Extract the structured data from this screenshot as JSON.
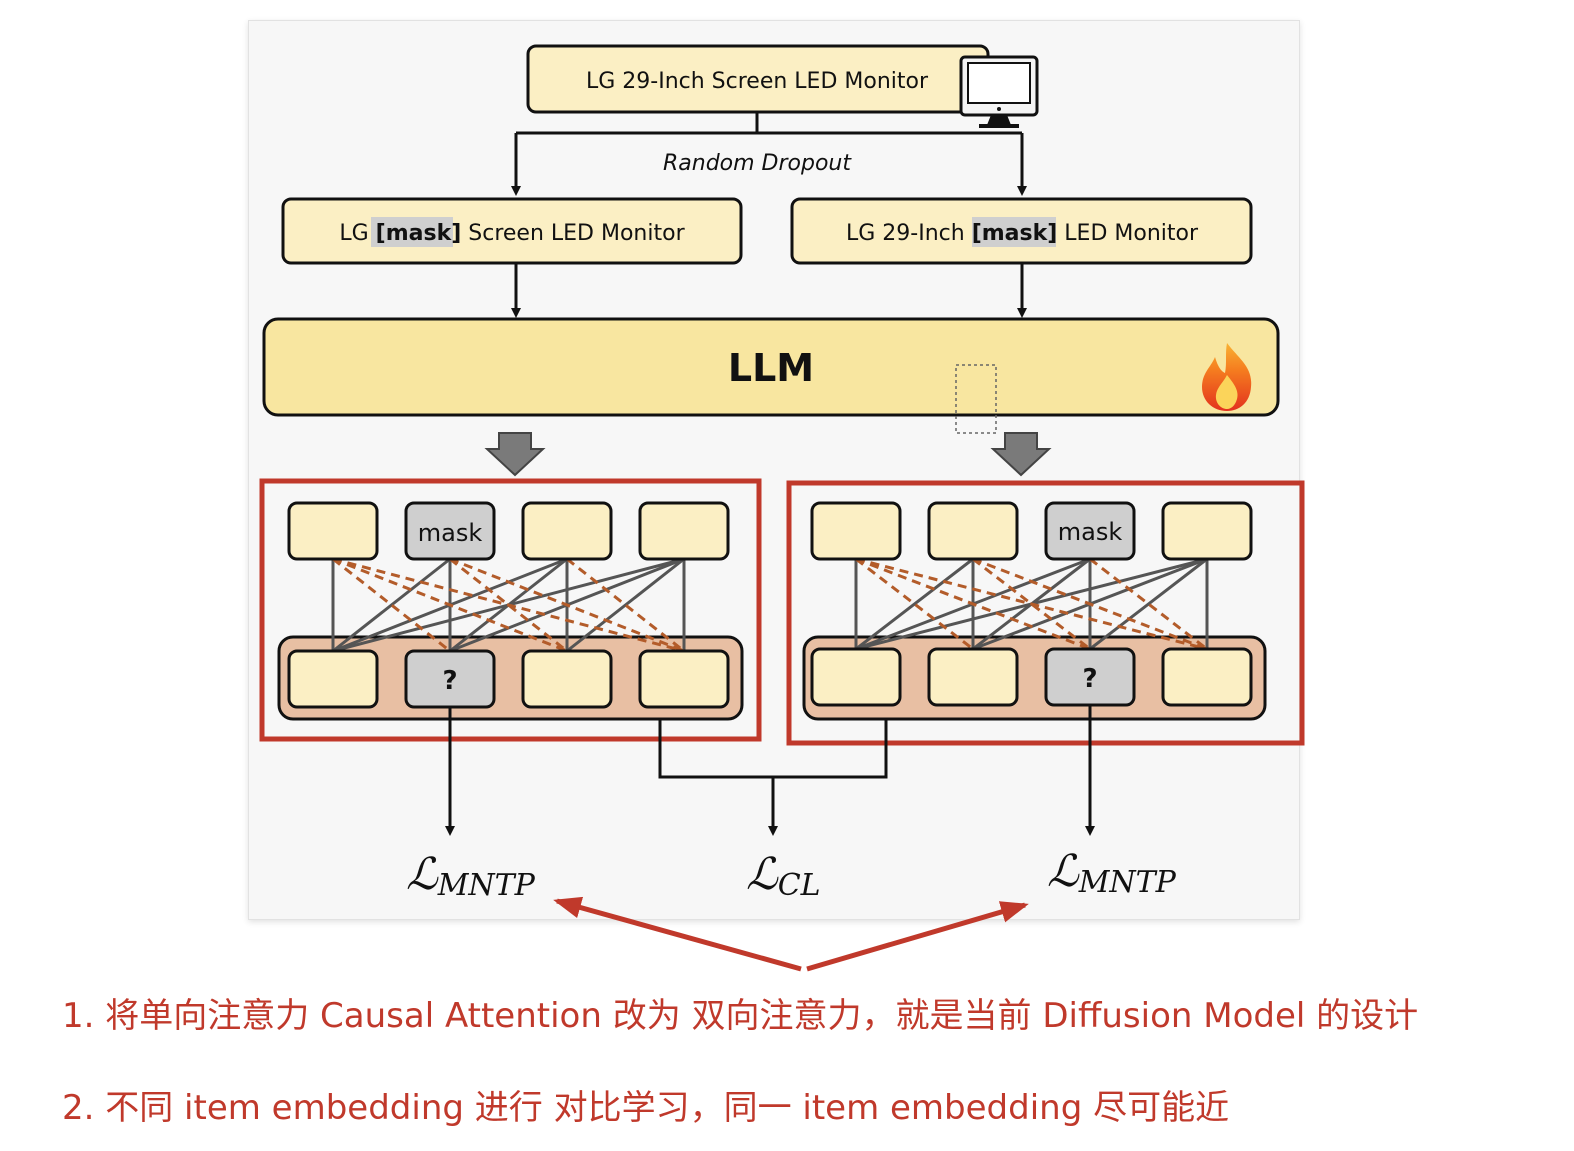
{
  "top_input": "LG 29-Inch Screen LED Monitor",
  "dropout_label": "Random Dropout",
  "left_masked": {
    "before": "LG ",
    "mask": "[mask]",
    "after": " Screen LED Monitor"
  },
  "right_masked": {
    "before": "LG 29-Inch ",
    "mask": "[mask]",
    "after": " LED Monitor"
  },
  "llm_label": "LLM",
  "mask_token": "mask",
  "unknown_token": "?",
  "loss_left": {
    "base": "ℒ",
    "sub": "MNTP"
  },
  "loss_center": {
    "base": "ℒ",
    "sub": "CL"
  },
  "loss_right": {
    "base": "ℒ",
    "sub": "MNTP"
  },
  "notes": [
    "1. 将单向注意力 Causal Attention 改为 双向注意力，就是当前 Diffusion Model 的设计",
    "2. 不同 item embedding 进行 对比学习，同一 item embedding 尽可能近"
  ],
  "icons": [
    "monitor-icon",
    "flame-icon"
  ],
  "colors": {
    "box_fill": "#fbefc4",
    "llm_fill": "#f8e6a0",
    "mask_fill": "#cfcfcf",
    "group_fill": "#e8bfa3",
    "highlight_border": "#c0392b",
    "dashed_edge": "#b35c2a",
    "solid_edge": "#555555",
    "annotation": "#c0392b"
  }
}
